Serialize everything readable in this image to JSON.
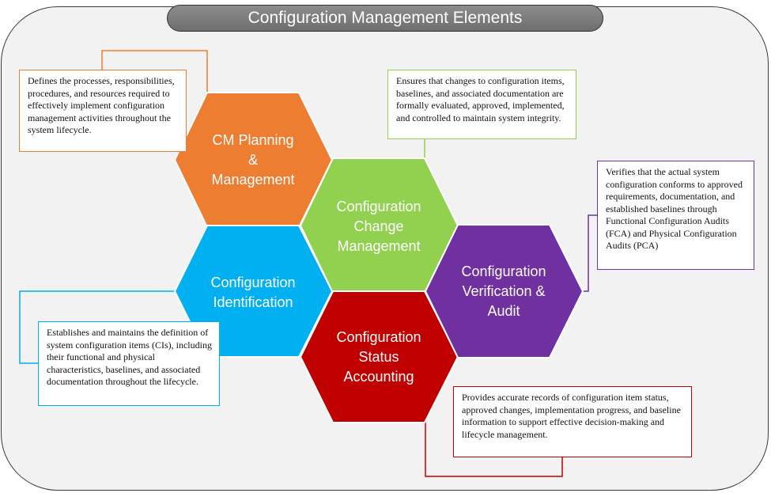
{
  "title": "Configuration Management Elements",
  "colors": {
    "planning": "#ed7d31",
    "change": "#92d050",
    "identification": "#00b0f0",
    "verification": "#7030a0",
    "status": "#c00000"
  },
  "elements": [
    {
      "label": "CM Planning\n&\nManagement",
      "description": "Defines the processes, responsibilities, procedures, and resources required to effectively implement configuration management activities throughout the system lifecycle."
    },
    {
      "label": "Configuration\nChange\nManagement",
      "description": "Ensures that changes to configuration items, baselines, and associated documentation are formally evaluated, approved, implemented, and controlled to maintain system integrity."
    },
    {
      "label": "Configuration\nIdentification",
      "description": "Establishes and maintains the definition of system configuration items (CIs), including their functional and physical characteristics, baselines, and associated documentation throughout the lifecycle."
    },
    {
      "label": "Configuration\nVerification &\nAudit",
      "description": "Verifies that the actual system configuration conforms to approved requirements, documentation, and established baselines through Functional Configuration Audits (FCA) and Physical Configuration Audits (PCA)"
    },
    {
      "label": "Configuration\nStatus\nAccounting",
      "description": "Provides accurate records of configuration item status, approved changes, implementation progress, and baseline information to support effective decision-making and lifecycle management."
    }
  ]
}
